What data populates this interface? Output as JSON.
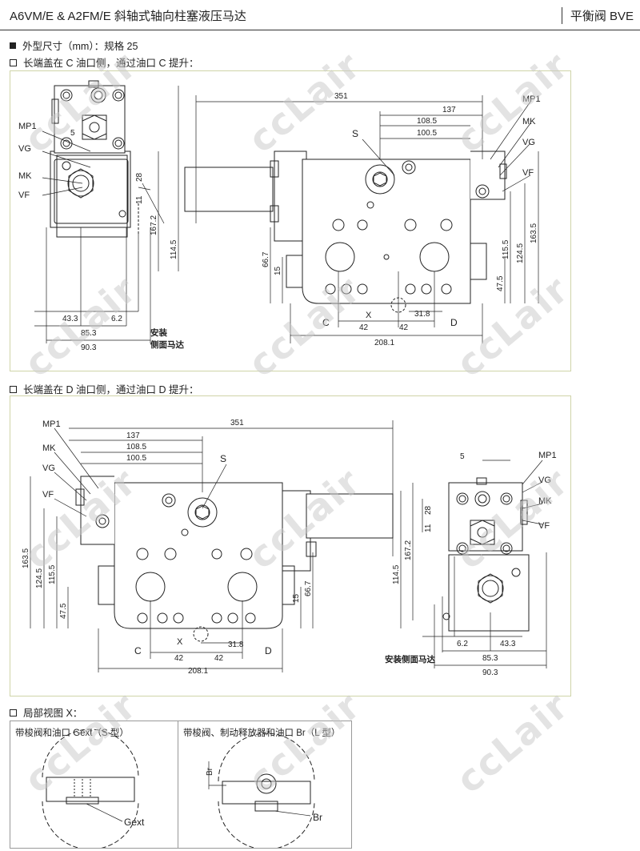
{
  "header": {
    "title": "A6VM/E & A2FM/E 斜轴式轴向柱塞液压马达",
    "right": "平衡阀 BVE"
  },
  "section_main": "外型尺寸（mm）：规格 25",
  "section_c": "长端盖在 C 油口侧，通过油口 C 提升：",
  "section_d": "长端盖在 D 油口侧，通过油口 D 提升：",
  "section_x": "局部视图 X：",
  "watermark": "ccLair",
  "drawing1": {
    "side": {
      "mp1": "MP1",
      "vg": "VG",
      "mk": "MK",
      "vf": "VF",
      "d5": "5",
      "d28": "28",
      "d11": "11",
      "d167_2": "167.2",
      "d114_5": "114.5",
      "d43_3": "43.3",
      "d6_2": "6.2",
      "d85_3": "85.3",
      "d90_3": "90.3",
      "mount": "安装",
      "mount2": "侧面马达"
    },
    "front": {
      "d351": "351",
      "d137": "137",
      "d108_5": "108.5",
      "d100_5": "100.5",
      "s": "S",
      "mp1": "MP1",
      "mk": "MK",
      "vg": "VG",
      "vf": "VF",
      "d66_7": "66.7",
      "d15": "15",
      "d115_5": "115.5",
      "d124_5": "124.5",
      "d163_5": "163.5",
      "d47_5": "47.5",
      "x": "X",
      "c": "C",
      "d": "D",
      "d31_8": "31.8",
      "d42a": "42",
      "d42b": "42",
      "d208_1": "208.1"
    }
  },
  "drawing2": {
    "front": {
      "mp1": "MP1",
      "mk": "MK",
      "vg": "VG",
      "vf": "VF",
      "d351": "351",
      "d137": "137",
      "d108_5": "108.5",
      "d100_5": "100.5",
      "s": "S",
      "d163_5": "163.5",
      "d124_5": "124.5",
      "d115_5": "115.5",
      "d47_5": "47.5",
      "d15": "15",
      "d66_7": "66.7",
      "d114_5": "114.5",
      "x": "X",
      "c": "C",
      "d": "D",
      "d31_8": "31.8",
      "d42a": "42",
      "d42b": "42",
      "d208_1": "208.1"
    },
    "side": {
      "d5": "5",
      "mp1": "MP1",
      "vg": "VG",
      "mk": "MK",
      "vf": "VF",
      "d28": "28",
      "d11": "11",
      "d167_2": "167.2",
      "d6_2": "6.2",
      "d43_3": "43.3",
      "d85_3": "85.3",
      "d90_3": "90.3",
      "mount": "安装侧面马达"
    }
  },
  "views": {
    "left_title": "带梭阀和油口 Gext（S 型）",
    "left_label": "Gext",
    "right_title": "带梭阀、制动释放器和油口 Br（L 型）",
    "right_label": "Br",
    "right_label_small": "Br"
  }
}
